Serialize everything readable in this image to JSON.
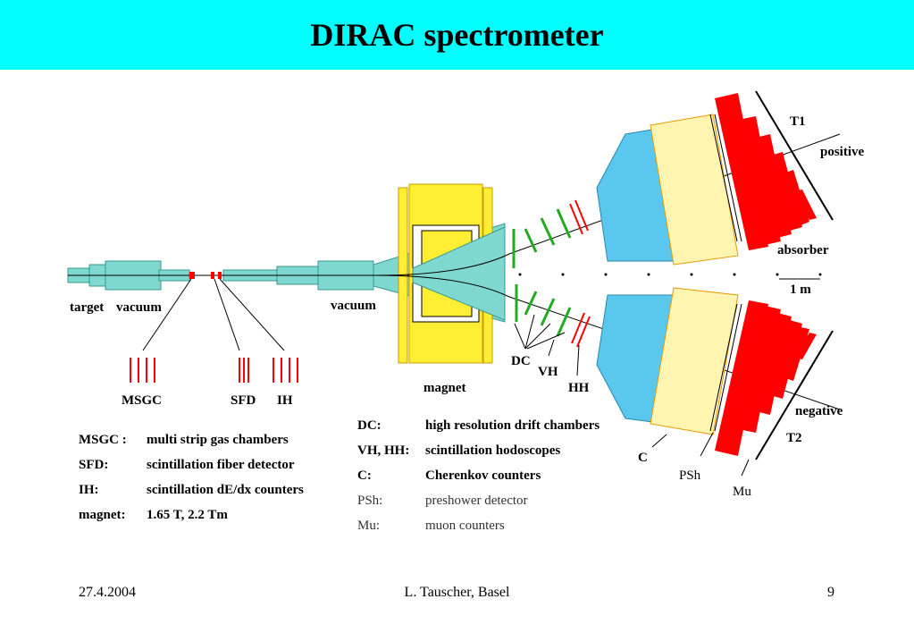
{
  "title": "DIRAC spectrometer",
  "labels": {
    "target": "target",
    "vacuum_left": "vacuum",
    "vacuum_mid": "vacuum",
    "msgc": "MSGC",
    "sfd": "SFD",
    "ih": "IH",
    "magnet": "magnet",
    "dc": "DC",
    "vh": "VH",
    "hh": "HH",
    "c": "C",
    "psh": "PSh",
    "mu": "Mu",
    "t1": "T1",
    "t2": "T2",
    "positive": "positive",
    "negative": "negative",
    "absorber": "absorber",
    "scale": "1 m"
  },
  "legend_left": [
    {
      "key": "MSGC :",
      "value": "multi strip gas chambers"
    },
    {
      "key": "SFD:",
      "value": "scintillation fiber detector"
    },
    {
      "key": "IH:",
      "value": "scintillation dE/dx counters"
    },
    {
      "key": "magnet:",
      "value": "1.65 T,  2.2 Tm"
    }
  ],
  "legend_right": [
    {
      "key": "DC:",
      "value": "high resolution drift chambers"
    },
    {
      "key": "VH, HH:",
      "value": "scintillation hodoscopes"
    },
    {
      "key": "C:",
      "value": "Cherenkov counters"
    },
    {
      "key": "PSh:",
      "value": "preshower detector"
    },
    {
      "key": "Mu:",
      "value": "muon counters"
    }
  ],
  "footer": {
    "date": "27.4.2004",
    "author": "L. Tauscher, Basel",
    "page": "9"
  },
  "colors": {
    "title_bar": "#00ffff",
    "vacuum_pipe": "#7fd8cf",
    "magnet_yoke": "#ffee33",
    "detector_red": "#ff0000",
    "drift_green": "#22aa22",
    "cherenkov_blue": "#5ac8ee",
    "preshower_yellow": "#fff5b0"
  }
}
